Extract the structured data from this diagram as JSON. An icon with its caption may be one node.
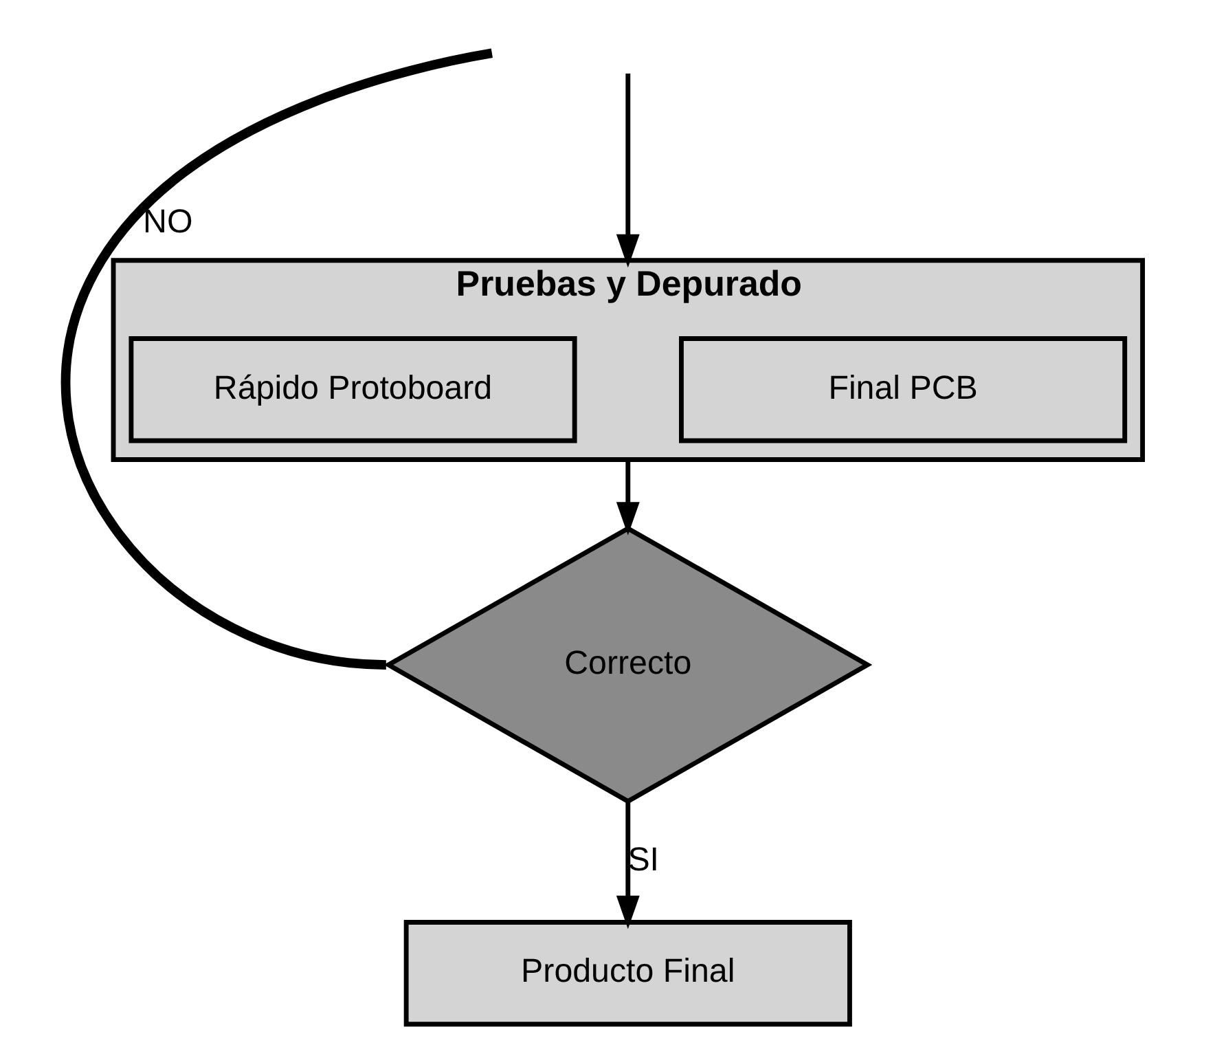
{
  "diagram": {
    "nodes": [
      {
        "text": [
          "Pruebas y Depurado"
        ]
      },
      {
        "text": [
          "Rápido Protoboard"
        ],
        "in": 0
      },
      {
        "text": [
          "Final PCB"
        ],
        "in": 0
      },
      {
        "text": [
          "Correcto"
        ]
      },
      {
        "text": [
          "Producto Final"
        ]
      }
    ],
    "edges": [
      {
        "from": null,
        "to": 0,
        "arrow": "to"
      },
      {
        "from": 0,
        "to": 3,
        "arrow": "to"
      },
      {
        "from": 3,
        "to": 4,
        "arrow": "to",
        "label": "SI"
      },
      {
        "from": 3,
        "to": null,
        "arrow": "none",
        "label": "NO",
        "style": "thick"
      }
    ]
  }
}
